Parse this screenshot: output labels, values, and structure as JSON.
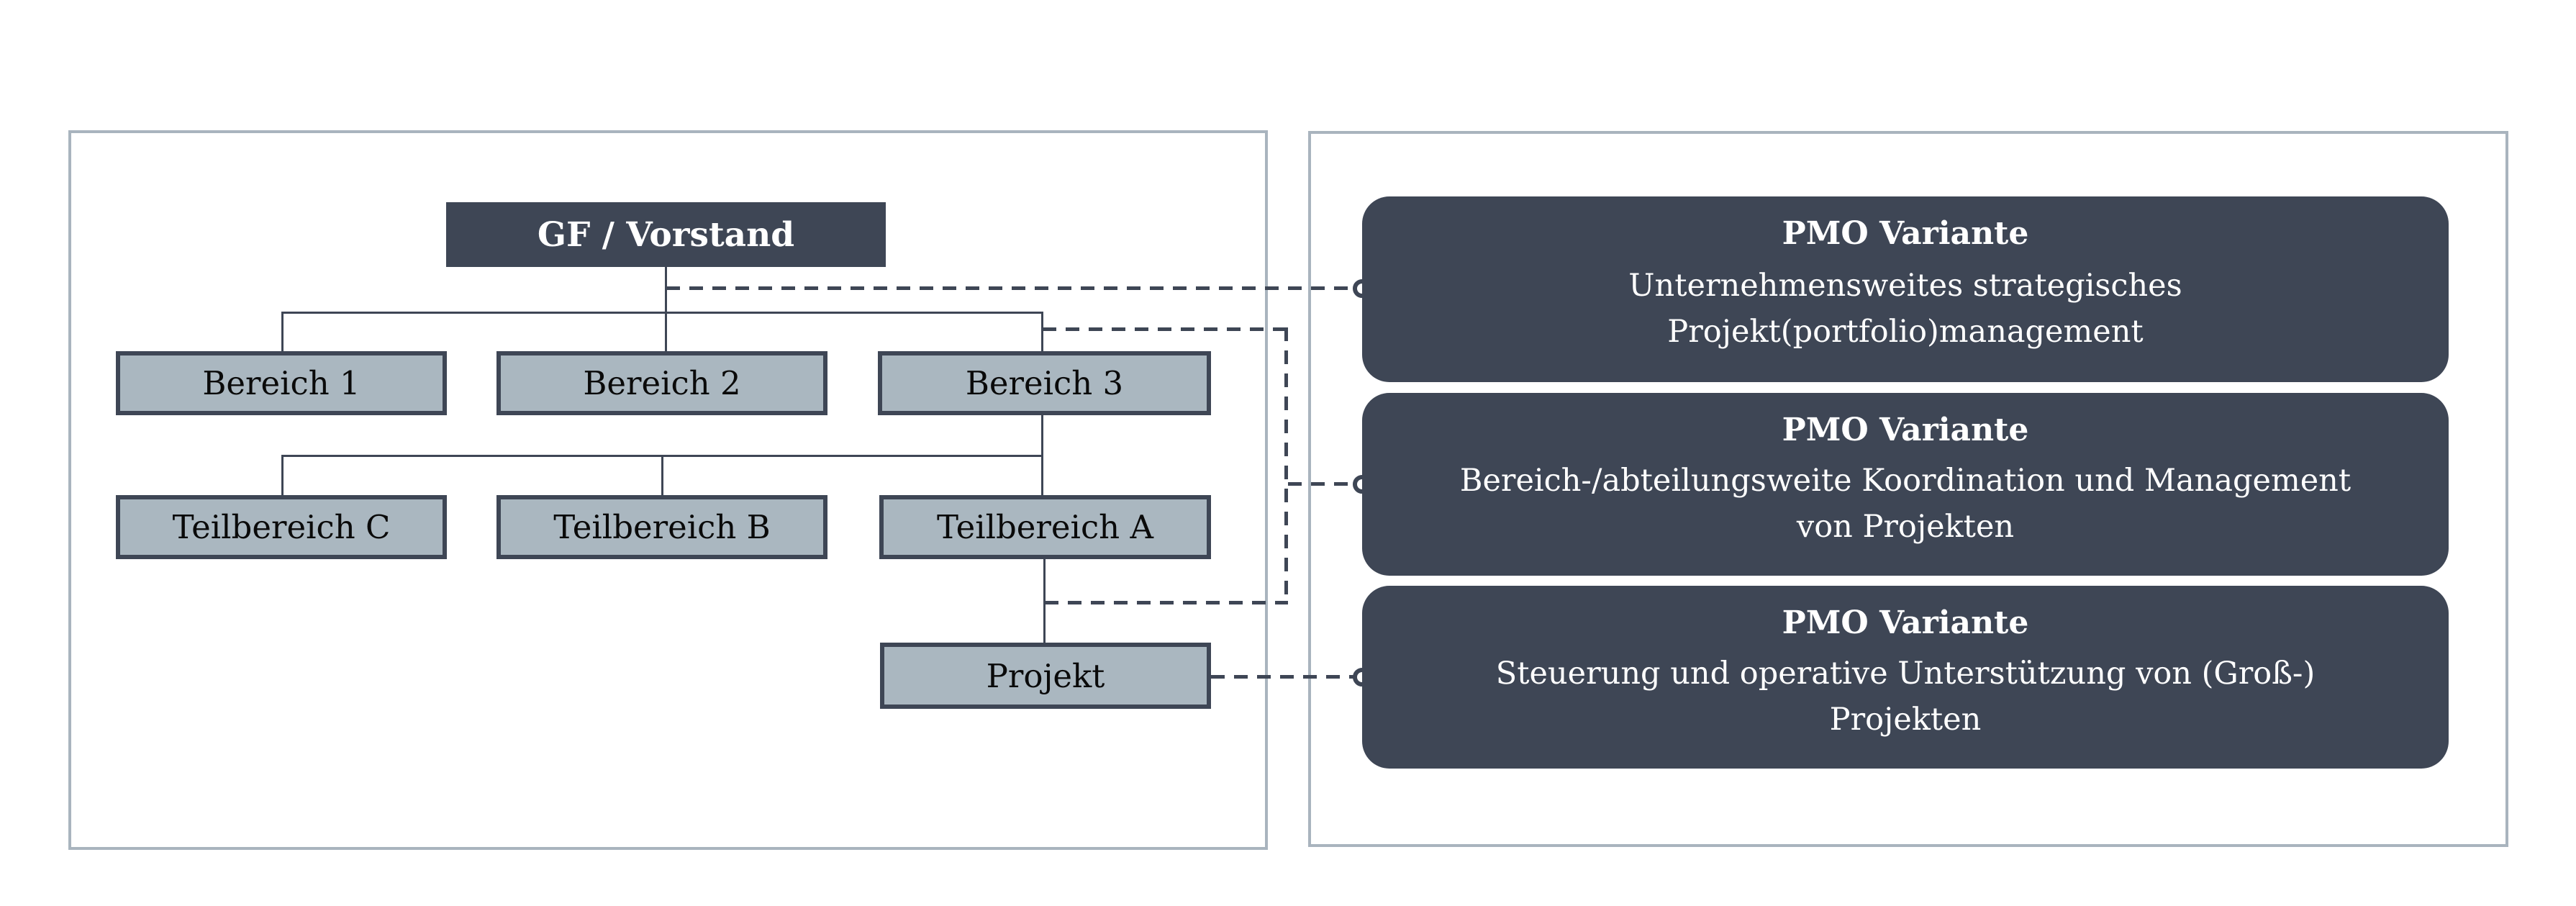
{
  "colors": {
    "dark_slate": "#3e4655",
    "light_box_fill": "#aab7c0",
    "panel_border": "#a9b4be",
    "dark_box_text": "#ffffff",
    "light_box_text": "#0a0a0a"
  },
  "org_chart": {
    "nodes": {
      "gf": {
        "label": "GF / Vorstand"
      },
      "bereich1": {
        "label": "Bereich 1"
      },
      "bereich2": {
        "label": "Bereich 2"
      },
      "bereich3": {
        "label": "Bereich 3"
      },
      "teilbereich_c": {
        "label": "Teilbereich C"
      },
      "teilbereich_b": {
        "label": "Teilbereich B"
      },
      "teilbereich_a": {
        "label": "Teilbereich A"
      },
      "projekt": {
        "label": "Projekt"
      }
    }
  },
  "pmo_panel": {
    "cards": [
      {
        "title": "PMO Variante",
        "description": "Unternehmensweites strategisches\nProjekt(portfolio)management"
      },
      {
        "title": "PMO Variante",
        "description": "Bereich-/abteilungsweite Koordination und Management\nvon Projekten"
      },
      {
        "title": "PMO Variante",
        "description": "Steuerung und operative Unterstützung von (Groß-)\nProjekten"
      }
    ]
  }
}
